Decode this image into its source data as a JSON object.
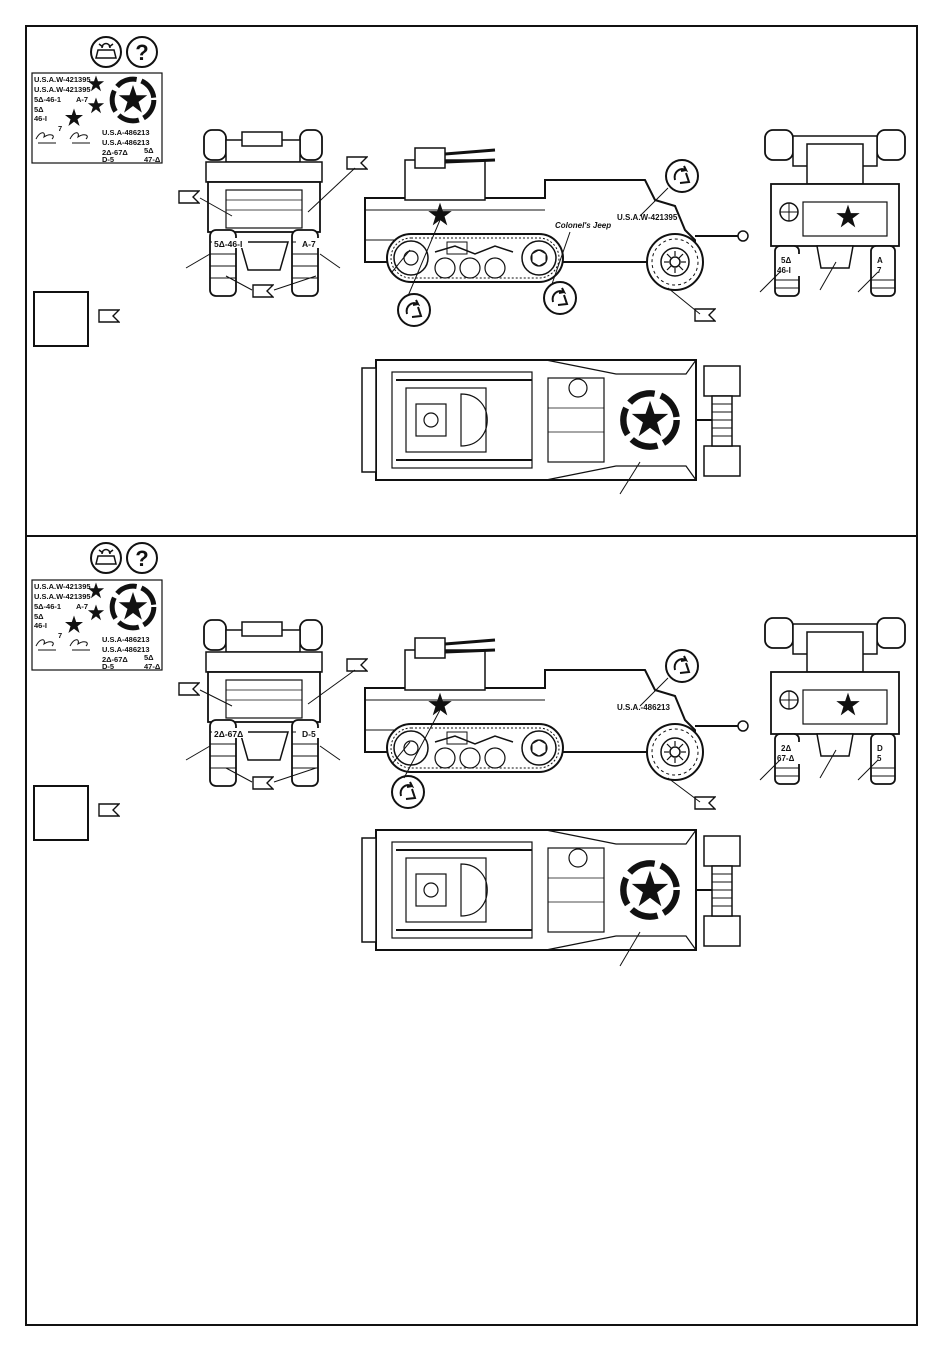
{
  "sheet": {
    "colors": {
      "ink": "#111111",
      "paper": "#ffffff"
    },
    "icons": [
      "decal-water-icon",
      "help-icon",
      "flag-icon",
      "star-icon",
      "roundel-icon",
      "rotate-icon"
    ]
  },
  "panels": [
    {
      "id": "scheme-a",
      "decal_sheet": {
        "lines": [
          "U.S.A.W-421395",
          "U.S.A.W-421395",
          "5Δ-46-1",
          "A-7",
          "5Δ",
          "46-I",
          "7",
          "U.S.A-486213",
          "U.S.A-486213",
          "2Δ-67Δ",
          "D-5",
          "5Δ",
          "47-Δ"
        ]
      },
      "front_view": {
        "marking_left": "5Δ-46-I",
        "marking_right": "A-7"
      },
      "side_view": {
        "hull_number": "U.S.A.W-421395",
        "nose_art": "Colonel's Jeep"
      },
      "rear_view": {
        "marking_left_top": "5Δ",
        "marking_left_bottom": "46-I",
        "marking_right_top": "A",
        "marking_right_bottom": "7"
      }
    },
    {
      "id": "scheme-b",
      "decal_sheet": {
        "lines": [
          "U.S.A.W-421395",
          "U.S.A.W-421395",
          "5Δ-46-1",
          "A-7",
          "5Δ",
          "46-I",
          "7",
          "U.S.A-486213",
          "U.S.A-486213",
          "2Δ-67Δ",
          "D-5",
          "5Δ",
          "47-Δ"
        ]
      },
      "front_view": {
        "marking_left": "2Δ-67Δ",
        "marking_right": "D-5"
      },
      "side_view": {
        "hull_number": "U.S.A.-486213",
        "nose_art": ""
      },
      "rear_view": {
        "marking_left_top": "2Δ",
        "marking_left_bottom": "67-Δ",
        "marking_right_top": "D",
        "marking_right_bottom": "5"
      }
    }
  ]
}
